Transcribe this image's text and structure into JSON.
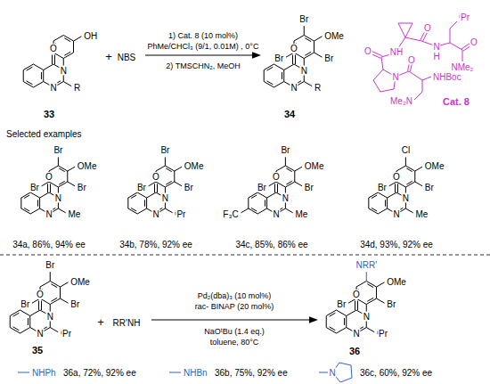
{
  "diagram": {
    "labels": [
      "OH",
      "O",
      "N",
      "N",
      "R",
      "33",
      "+",
      "NBS",
      "1) Cat. 8 (10 mol%)",
      "PhMe/CHCl₃ (9/1, 0.01M) , 0°C",
      "2) TMSCHN₂, MeOH",
      "Br",
      "Br",
      "OMe",
      "Br",
      "O",
      "N",
      "N",
      "R",
      "34",
      "O",
      "NH",
      "O",
      "H",
      "N",
      "ⁱPr",
      "O",
      "NMe₂",
      "N",
      "O",
      "Me₂N",
      "NHBoc",
      "Cat. 8",
      "Selected examples",
      "Br",
      "Br",
      "OMe",
      "Br",
      "O",
      "N",
      "N",
      "Me",
      "34a, 86%, 94% ee",
      "Br",
      "Br",
      "OMe",
      "Br",
      "O",
      "N",
      "N",
      "ⁱPr",
      "34b, 78%, 92% ee",
      "Br",
      "Br",
      "OMe",
      "Br",
      "O",
      "N",
      "N",
      "Me",
      "F₃C",
      "34c, 85%, 86% ee",
      "Cl",
      "Br",
      "OMe",
      "Br",
      "O",
      "N",
      "N",
      "Me",
      "34d, 93%, 92% ee",
      "Br",
      "Br",
      "OMe",
      "Br",
      "O",
      "N",
      "N",
      "ⁱPr",
      "35",
      "+",
      "RR'NH",
      "Pd₂(dba)₃ (10 mol%)",
      "rac- BINAP (20 mol%)",
      "NaOᵗBu (1.4 eq.)",
      "toluene, 80°C",
      "NRR'",
      "Br",
      "OMe",
      "Br",
      "O",
      "N",
      "N",
      "ⁱPr",
      "36",
      "NHPh",
      "36a, 72%, 92% ee",
      "NHBn",
      "36b, 75%, 92% ee",
      "N",
      "36c, 60%, 92% ee"
    ]
  }
}
